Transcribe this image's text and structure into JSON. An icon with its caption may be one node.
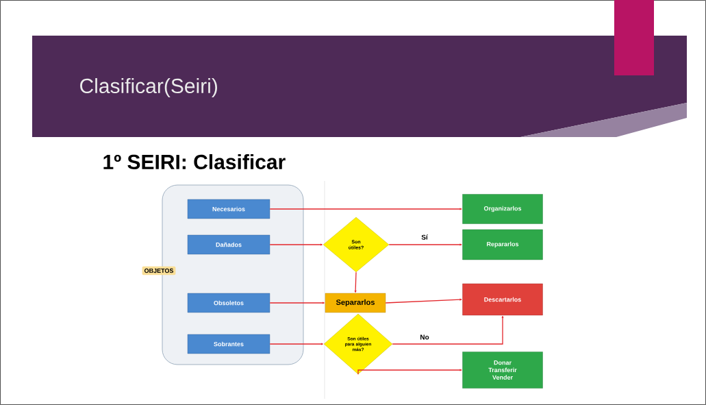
{
  "diagram": {
    "title": "Clasificar(Seiri)",
    "nodes": [
      {
        "text": [
          "OBJETOS"
        ]
      },
      {
        "text": [
          "Necesarios"
        ],
        "in": 0
      },
      {
        "text": [
          "Dañados"
        ],
        "in": 0
      },
      {
        "text": [
          "Obsoletos"
        ],
        "in": 0
      },
      {
        "text": [
          "Sobrantes"
        ],
        "in": 0
      },
      {
        "text": [
          "Son útiles?"
        ]
      },
      {
        "text": [
          "Separarlos"
        ]
      },
      {
        "text": [
          "Son útiles para alguien más?"
        ]
      },
      {
        "text": [
          "Organizarlos"
        ]
      },
      {
        "text": [
          "Repararlos"
        ]
      },
      {
        "text": [
          "Descartarlos"
        ]
      },
      {
        "text": [
          "Donar Transferir Vender"
        ]
      }
    ],
    "edges": [
      {
        "from": 1,
        "to": 8,
        "arrow": "to"
      },
      {
        "from": 2,
        "to": 5,
        "arrow": "to"
      },
      {
        "from": 5,
        "to": 9,
        "arrow": "to",
        "label": "Sí"
      },
      {
        "from": 5,
        "to": 6,
        "arrow": "to"
      },
      {
        "from": 3,
        "to": 6,
        "arrow": "to"
      },
      {
        "from": 6,
        "to": 10,
        "arrow": "to"
      },
      {
        "from": 4,
        "to": 7,
        "arrow": "to"
      },
      {
        "from": 7,
        "to": 10,
        "arrow": "to",
        "label": "No"
      },
      {
        "from": 7,
        "to": 11,
        "arrow": "to"
      }
    ],
    "labels": [
      "1º SEIRI: Clasificar"
    ]
  }
}
